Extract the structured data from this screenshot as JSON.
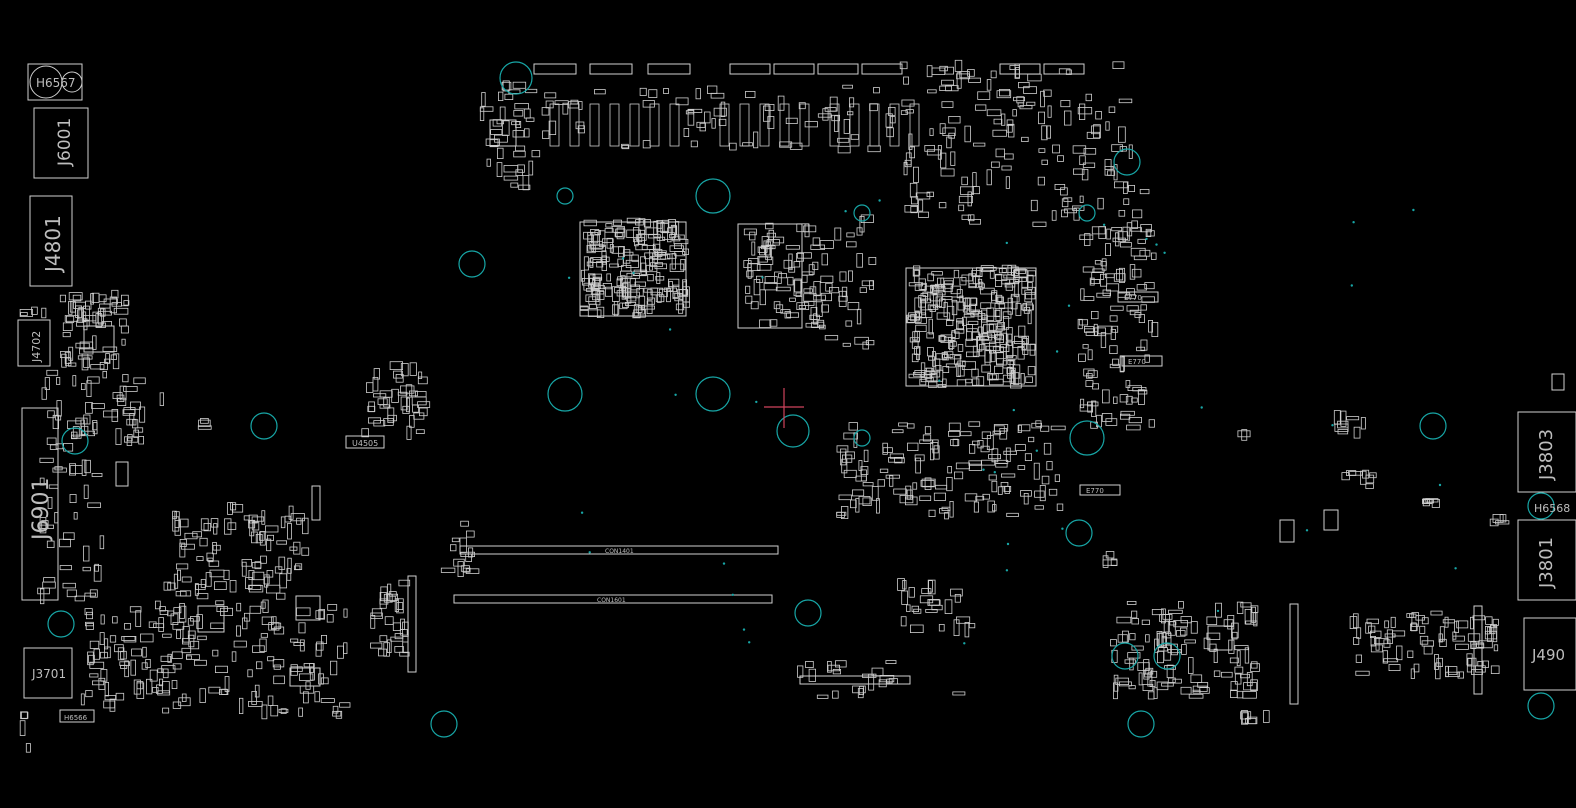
{
  "view": {
    "background": "#000000",
    "outline_color": "#cfcfcf",
    "hole_color": "#17a6a6",
    "cursor_color": "#d0445c"
  },
  "labels": {
    "h6567": "H6567",
    "j6001": "J6001",
    "j4801": "J4801",
    "j4702": "J4702",
    "j6901": "J6901",
    "j3701": "J3701",
    "h6566": "H6566",
    "u4505": "U4505",
    "con1401": "CON1401",
    "con1601": "CON1601",
    "j3803": "J3803",
    "j3801": "J3801",
    "h6568": "H6568",
    "j4901": "J490",
    "e770a": "E770",
    "e770b": "E770",
    "e770c": "E770"
  }
}
